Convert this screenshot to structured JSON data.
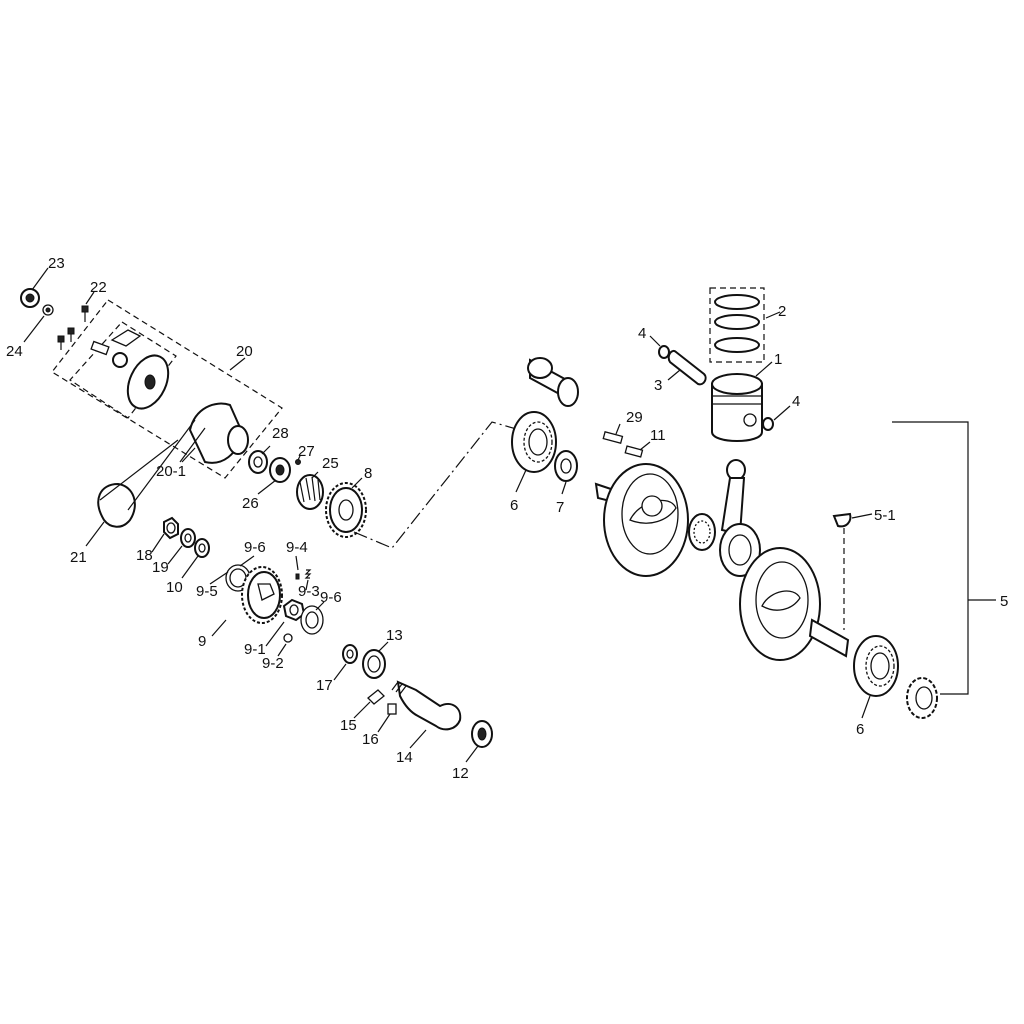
{
  "labels": {
    "l1": "1",
    "l2": "2",
    "l3": "3",
    "l4a": "4",
    "l4b": "4",
    "l5": "5",
    "l5_1": "5-1",
    "l6a": "6",
    "l6b": "6",
    "l7": "7",
    "l8": "8",
    "l9": "9",
    "l9_1": "9-1",
    "l9_2": "9-2",
    "l9_3": "9-3",
    "l9_4": "9-4",
    "l9_5": "9-5",
    "l9_6a": "9-6",
    "l9_6b": "9-6",
    "l10": "10",
    "l11": "11",
    "l12": "12",
    "l13": "13",
    "l14": "14",
    "l15": "15",
    "l16": "16",
    "l17": "17",
    "l18": "18",
    "l19": "19",
    "l20": "20",
    "l20_1": "20-1",
    "l21": "21",
    "l22": "22",
    "l23": "23",
    "l24": "24",
    "l25": "25",
    "l26": "26",
    "l27": "27",
    "l28": "28",
    "l29": "29"
  }
}
